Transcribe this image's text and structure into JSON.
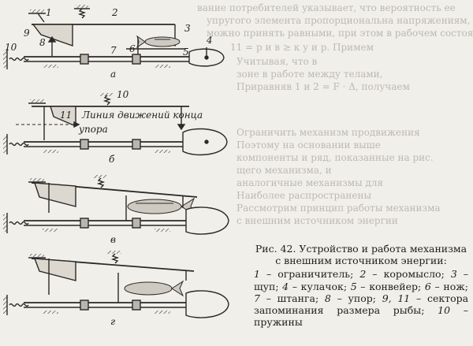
{
  "background_text_lines": [
    "вание потребителей указывает, что вероятность ее",
    "упругого элемента пропорциональна напряжениям,",
    "можно принять равными, при этом в рабочем состоянии",
    "11 = р и в ≥ к у и р. Примем",
    "Учитывая, что в",
    "зоне в работе между телами,",
    "Приравняв 1 и 2 = F · Δ, получаем",
    "Ограничить механизм продвижения",
    "Поэтому на основании выше",
    "компоненты и ряд, показанные на рис.",
    "щего механизма, и",
    "аналогичные механизмы для",
    "Наиболее распространены",
    "Рассмотрим принцип работы механизма",
    "с внешним источником энергии"
  ],
  "panels": [
    {
      "letter": "а"
    },
    {
      "letter": "б"
    },
    {
      "letter": "в"
    },
    {
      "letter": "г"
    }
  ],
  "labels": {
    "n1": "1",
    "n2": "2",
    "n3": "3",
    "n4": "4",
    "n5": "5",
    "n6": "6",
    "n7": "7",
    "n8": "8",
    "n9": "9",
    "n10": "10",
    "n10b": "10",
    "n11": "11"
  },
  "annotations": {
    "line_end": "Линия движений конца",
    "stop": "упора"
  },
  "caption": {
    "title_line1": "Рис. 42. Устройство и работа механизма",
    "title_line2": "с внешним источником энергии:",
    "legend": [
      {
        "num": "1",
        "text": "ограничитель"
      },
      {
        "num": "2",
        "text": "коромысло"
      },
      {
        "num": "3",
        "text": "щуп"
      },
      {
        "num": "4",
        "text": "кулачок"
      },
      {
        "num": "5",
        "text": "конвейер"
      },
      {
        "num": "6",
        "text": "нож"
      },
      {
        "num": "7",
        "text": "штанга"
      },
      {
        "num": "8",
        "text": "упор"
      },
      {
        "num": "9, 11",
        "text": "сектора запоминания размера рыбы"
      },
      {
        "num": "10",
        "text": "пружины"
      }
    ]
  },
  "colors": {
    "paper": "#f1efe9",
    "ink": "#2a2a2a",
    "faint_text": "#b9b5ad"
  }
}
